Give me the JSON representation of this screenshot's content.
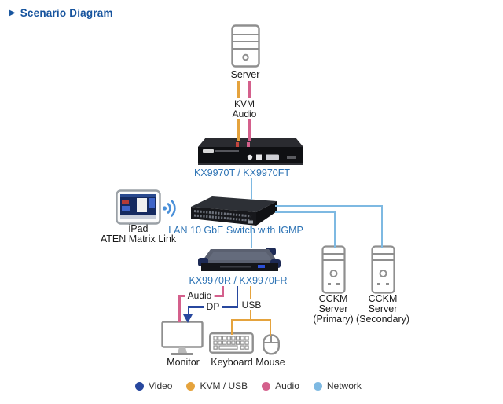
{
  "title": "Scenario Diagram",
  "colors": {
    "title-blue": "#17549E",
    "label-blue": "#2E74B5",
    "video-navy": "#27479E",
    "kvm-orange": "#E5A33D",
    "audio-pink": "#D4608C",
    "network-blue": "#7EB9E2"
  },
  "nodes": {
    "server": {
      "label": "Server"
    },
    "transmitter": {
      "label": "KX9970T / KX9970FT"
    },
    "lan_switch": {
      "label": "LAN 10 GbE Switch with IGMP"
    },
    "ipad": {
      "lines": [
        "iPad",
        "ATEN Matrix Link"
      ]
    },
    "receiver": {
      "label": "KX9970R / KX9970FR"
    },
    "cckm_primary": {
      "lines": [
        "CCKM",
        "Server",
        "(Primary)"
      ]
    },
    "cckm_secondary": {
      "lines": [
        "CCKM",
        "Server",
        "(Secondary)"
      ]
    },
    "monitor": {
      "label": "Monitor"
    },
    "keyboard": {
      "label": "Keyboard"
    },
    "mouse": {
      "label": "Mouse"
    }
  },
  "connections": {
    "kvm_label": "KVM",
    "audio_label_top": "Audio",
    "audio_label_bottom": "Audio",
    "dp_label": "DP",
    "usb_label": "USB"
  },
  "legend": [
    {
      "label": "Video",
      "color": "#27479E"
    },
    {
      "label": "KVM / USB",
      "color": "#E5A33D"
    },
    {
      "label": "Audio",
      "color": "#D4608C"
    },
    {
      "label": "Network",
      "color": "#7EB9E2"
    }
  ]
}
